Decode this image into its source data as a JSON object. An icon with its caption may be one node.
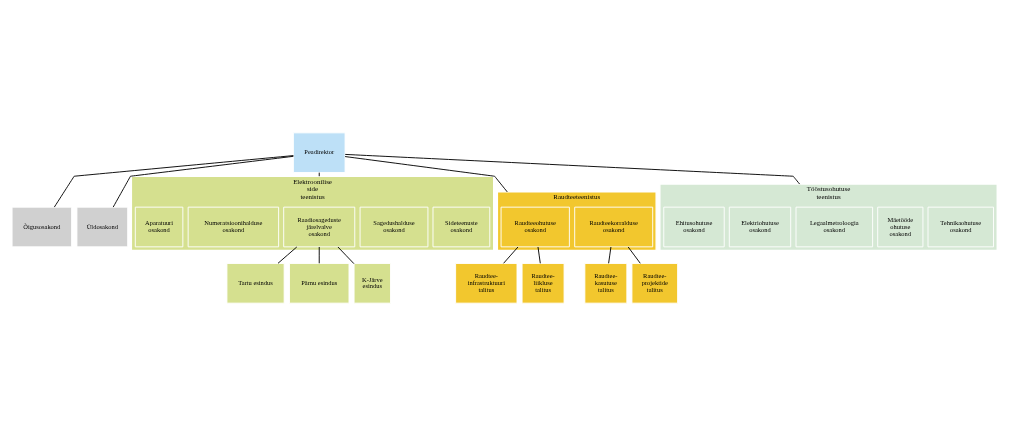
{
  "diagram": {
    "nodes": [
      {
        "text": [
          "Peadirektor"
        ]
      },
      {
        "text": [
          "Õigusosakond"
        ]
      },
      {
        "text": [
          "Üldosakond"
        ]
      },
      {
        "text": [
          "Elektroonilise side teenistus"
        ]
      },
      {
        "text": [
          "Aparatuuri osakond"
        ],
        "in": 3
      },
      {
        "text": [
          "Numeratsioonihalduse osakond"
        ],
        "in": 3
      },
      {
        "text": [
          "Raadiosageduste järelvalve osakond"
        ],
        "in": 3
      },
      {
        "text": [
          "Sagedushalduse osakond"
        ],
        "in": 3
      },
      {
        "text": [
          "Sideteenuste osakond"
        ],
        "in": 3
      },
      {
        "text": [
          "Raudteeteenistus"
        ]
      },
      {
        "text": [
          "Raudteekorralduse osakond"
        ],
        "in": 9
      },
      {
        "text": [
          "Raudteeohutuse osakond"
        ],
        "in": 9
      },
      {
        "text": [
          "Tööstusohutuse teenistus"
        ]
      },
      {
        "text": [
          "Ehitusohutuse osakond"
        ],
        "in": 12
      },
      {
        "text": [
          "Elektriohutuse osakond"
        ],
        "in": 12
      },
      {
        "text": [
          "Legaalmetroloogia osakond"
        ],
        "in": 12
      },
      {
        "text": [
          "Mäetööde ohutuse osakond"
        ],
        "in": 12
      },
      {
        "text": [
          "Tehnikaohutuse osakond"
        ],
        "in": 12
      },
      {
        "text": [
          "Tartu esindus"
        ]
      },
      {
        "text": [
          "Pärnu esindus"
        ]
      },
      {
        "text": [
          "K-Järve esindus"
        ]
      },
      {
        "text": [
          "Raudtee-kasutuse talitus"
        ]
      },
      {
        "text": [
          "Raudtee-projektide talitus"
        ]
      },
      {
        "text": [
          "Raudtee-infrastruktuuri talitus"
        ]
      },
      {
        "text": [
          "Raudtee-liikluse talitus"
        ]
      }
    ],
    "edges": [
      {
        "from": 0,
        "to": 1,
        "arrow": "none"
      },
      {
        "from": 0,
        "to": 2,
        "arrow": "none"
      },
      {
        "from": 0,
        "to": 3,
        "arrow": "none"
      },
      {
        "from": 0,
        "to": 9,
        "arrow": "none"
      },
      {
        "from": 0,
        "to": 12,
        "arrow": "none"
      },
      {
        "from": 6,
        "to": 18,
        "arrow": "none"
      },
      {
        "from": 6,
        "to": 19,
        "arrow": "none"
      },
      {
        "from": 6,
        "to": 20,
        "arrow": "none"
      },
      {
        "from": 10,
        "to": 21,
        "arrow": "none"
      },
      {
        "from": 10,
        "to": 22,
        "arrow": "none"
      },
      {
        "from": 11,
        "to": 23,
        "arrow": "none"
      },
      {
        "from": 11,
        "to": 24,
        "arrow": "none"
      }
    ]
  }
}
